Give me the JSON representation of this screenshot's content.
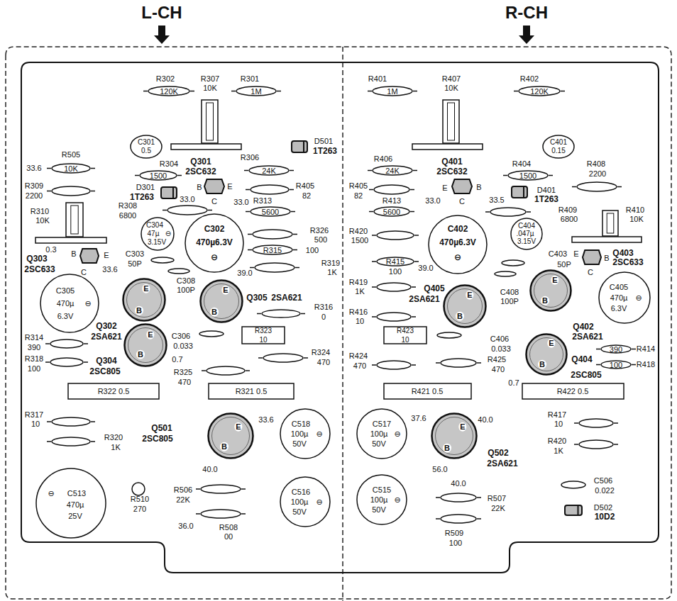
{
  "diagram": {
    "nodes": [
      {
        "text": [
          "R302",
          "120K"
        ]
      },
      {
        "text": [
          "R307",
          "10K"
        ]
      },
      {
        "text": [
          "R301",
          "1M"
        ]
      },
      {
        "text": [
          "C301",
          "0.5"
        ]
      },
      {
        "text": [
          "D501",
          "1T263"
        ]
      },
      {
        "text": [
          "R505",
          "10K"
        ]
      },
      {
        "text": [
          "R309",
          "2200"
        ]
      },
      {
        "text": [
          "R304",
          "1500"
        ]
      },
      {
        "text": [
          "Q301",
          "2SC632",
          "B",
          "E",
          "C"
        ]
      },
      {
        "text": [
          "R306",
          "24K"
        ]
      },
      {
        "text": [
          "D301",
          "1T263"
        ]
      },
      {
        "text": [
          "R405",
          "82"
        ]
      },
      {
        "text": [
          "R308",
          "6800"
        ]
      },
      {
        "text": [
          "R313",
          "5600"
        ]
      },
      {
        "text": [
          "R310",
          "10K"
        ]
      },
      {
        "text": [
          "C304",
          "47µ",
          "3.15V",
          "⊖"
        ]
      },
      {
        "text": [
          "C302",
          "470µ6.3V",
          "⊖"
        ]
      },
      {
        "text": [
          "R326",
          "500"
        ]
      },
      {
        "text": [
          "Q303",
          "2SC633",
          "B",
          "E",
          "C"
        ]
      },
      {
        "text": [
          "C303",
          "50P"
        ]
      },
      {
        "text": [
          "R315",
          "100"
        ]
      },
      {
        "text": [
          "C305",
          "470µ",
          "6.3V",
          "⊖"
        ]
      },
      {
        "text": [
          "C308",
          "100P"
        ]
      },
      {
        "text": [
          "Q302",
          "2SA621",
          "E",
          "B"
        ]
      },
      {
        "text": [
          "Q305",
          "2SA621",
          "E",
          "B"
        ]
      },
      {
        "text": [
          "R319",
          "1K"
        ]
      },
      {
        "text": [
          "R316",
          "0"
        ]
      },
      {
        "text": [
          "R323",
          "10"
        ]
      },
      {
        "text": [
          "C306",
          "0.033"
        ]
      },
      {
        "text": [
          "Q304",
          "2SC805",
          "E",
          "B"
        ]
      },
      {
        "text": [
          "R314",
          "390"
        ]
      },
      {
        "text": [
          "R318",
          "100"
        ]
      },
      {
        "text": [
          "R324",
          "470"
        ]
      },
      {
        "text": [
          "R325",
          "470"
        ]
      },
      {
        "text": [
          "R322 0.5"
        ]
      },
      {
        "text": [
          "R321 0.5"
        ]
      },
      {
        "text": [
          "R317",
          "10"
        ]
      },
      {
        "text": [
          "R320",
          "1K"
        ]
      },
      {
        "text": [
          "Q501",
          "2SC805",
          "E",
          "B"
        ]
      },
      {
        "text": [
          "C518",
          "100µ",
          "50V",
          "⊖"
        ]
      },
      {
        "text": [
          "C513",
          "470µ",
          "25V",
          "⊖"
        ]
      },
      {
        "text": [
          "R510",
          "270"
        ]
      },
      {
        "text": [
          "R506",
          "22K"
        ]
      },
      {
        "text": [
          "R508",
          "00"
        ]
      },
      {
        "text": [
          "C516",
          "100µ",
          "50V",
          "⊖"
        ]
      },
      {
        "text": [
          "R401",
          "1M"
        ]
      },
      {
        "text": [
          "R407",
          "10K"
        ]
      },
      {
        "text": [
          "R402",
          "120K"
        ]
      },
      {
        "text": [
          "C401",
          "0.15"
        ]
      },
      {
        "text": [
          "R406",
          "24K"
        ]
      },
      {
        "text": [
          "Q401",
          "2SC632",
          "E",
          "B",
          "C"
        ]
      },
      {
        "text": [
          "R404",
          "1500"
        ]
      },
      {
        "text": [
          "R405",
          "82"
        ]
      },
      {
        "text": [
          "R413",
          "5600"
        ]
      },
      {
        "text": [
          "D401",
          "1T263"
        ]
      },
      {
        "text": [
          "R408",
          "2200"
        ]
      },
      {
        "text": [
          "R409",
          "6800"
        ]
      },
      {
        "text": [
          "R410",
          "10K"
        ]
      },
      {
        "text": [
          "C402",
          "470µ6.3V",
          "⊖"
        ]
      },
      {
        "text": [
          "C404",
          ".047µ",
          "3.15V"
        ]
      },
      {
        "text": [
          "R420",
          "1500"
        ]
      },
      {
        "text": [
          "R415",
          "100"
        ]
      },
      {
        "text": [
          "C403",
          "50P"
        ]
      },
      {
        "text": [
          "Q403",
          "2SC633",
          "E",
          "B",
          "C"
        ]
      },
      {
        "text": [
          "C405",
          "470µ",
          "6.3V",
          "⊖"
        ]
      },
      {
        "text": [
          "R419",
          "1K"
        ]
      },
      {
        "text": [
          "Q405",
          "2SA621",
          "E",
          "B"
        ]
      },
      {
        "text": [
          "C408",
          "100P"
        ]
      },
      {
        "text": [
          "Q402",
          "2SA621",
          "E",
          "B"
        ]
      },
      {
        "text": [
          "R416",
          "10"
        ]
      },
      {
        "text": [
          "R423",
          "10"
        ]
      },
      {
        "text": [
          "C406",
          "0.033"
        ]
      },
      {
        "text": [
          "Q404",
          "2SC805",
          "E",
          "B"
        ]
      },
      {
        "text": [
          "R414",
          "390"
        ]
      },
      {
        "text": [
          "R424",
          "470"
        ]
      },
      {
        "text": [
          "R425",
          "470"
        ]
      },
      {
        "text": [
          "R418",
          "100"
        ]
      },
      {
        "text": [
          "R421 0.5"
        ]
      },
      {
        "text": [
          "R422 0.5"
        ]
      },
      {
        "text": [
          "C517",
          "100µ",
          "50V",
          "⊖"
        ]
      },
      {
        "text": [
          "Q502",
          "2SA621",
          "E",
          "B"
        ]
      },
      {
        "text": [
          "R417",
          "10"
        ]
      },
      {
        "text": [
          "R420",
          "1K"
        ]
      },
      {
        "text": [
          "C515",
          "100µ",
          "50V",
          "⊖"
        ]
      },
      {
        "text": [
          "R507",
          "22K"
        ]
      },
      {
        "text": [
          "R509",
          "100"
        ]
      },
      {
        "text": [
          "C506",
          "0.022"
        ]
      },
      {
        "text": [
          "D502",
          "10D2"
        ]
      }
    ],
    "labels": [
      "L-CH",
      "R-CH",
      "33.6",
      "33.0",
      "33.0",
      "0.3",
      "33.6",
      "39.0",
      "0.7",
      "33.6",
      "40.0",
      "36.0",
      "33.0",
      "33.5",
      "39.0",
      "0.7",
      "37.6",
      "40.0",
      "56.0",
      "40.0"
    ]
  }
}
